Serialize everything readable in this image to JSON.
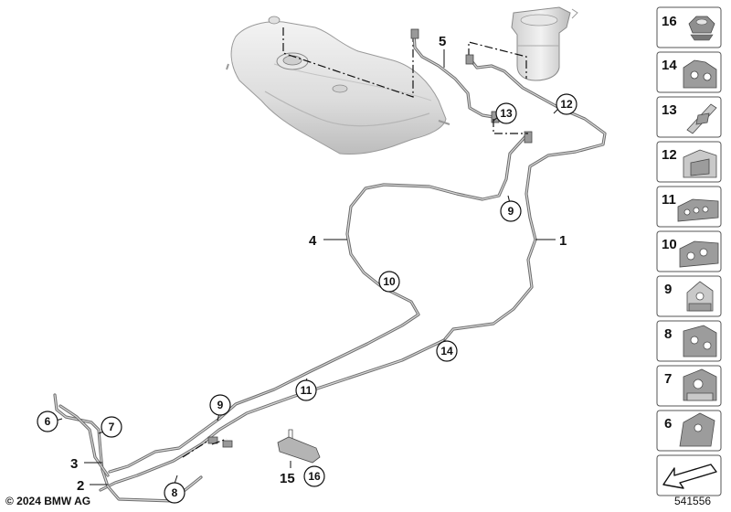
{
  "labels": {
    "line_1": "1",
    "line_2": "2",
    "line_3": "3",
    "line_4": "4",
    "line_5": "5",
    "holder_15": "15"
  },
  "callouts": {
    "c6": "6",
    "c7": "7",
    "c8": "8",
    "c9a": "9",
    "c9b": "9",
    "c10": "10",
    "c11": "11",
    "c12": "12",
    "c13": "13",
    "c14": "14",
    "c16": "16"
  },
  "parts_legend": [
    {
      "number": "16",
      "icon": "nut-icon"
    },
    {
      "number": "14",
      "icon": "pipe-clip-14-icon"
    },
    {
      "number": "13",
      "icon": "bracket-clip-13-icon"
    },
    {
      "number": "12",
      "icon": "pipe-clip-12-icon"
    },
    {
      "number": "11",
      "icon": "pipe-clip-11-icon"
    },
    {
      "number": "10",
      "icon": "pipe-clip-10-icon"
    },
    {
      "number": "9",
      "icon": "pipe-clip-9-icon"
    },
    {
      "number": "8",
      "icon": "pipe-clip-8-icon"
    },
    {
      "number": "7",
      "icon": "pipe-clip-7-icon"
    },
    {
      "number": "6",
      "icon": "pipe-clip-6-icon"
    }
  ],
  "footer": {
    "copyright": "© 2024 BMW AG",
    "reference": "541556"
  },
  "icons": [
    "fuel-tank-icon",
    "filter-canister-icon",
    "direction-arrow-icon"
  ]
}
